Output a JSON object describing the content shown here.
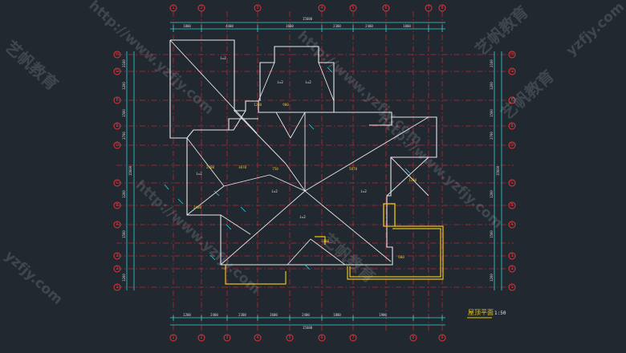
{
  "drawing": {
    "title": "屋顶平面",
    "scale": "1:50",
    "top_total": "15600",
    "bottom_total": "15600",
    "left_total": "15600",
    "right_total": "15600",
    "top_dims": [
      "1800",
      "4400",
      "3600",
      "2300",
      "2400",
      "1800"
    ],
    "bottom_dims": [
      "1200",
      "2400",
      "2300",
      "3600",
      "2400",
      "1800",
      "1900"
    ],
    "left_dims": [
      "2100",
      "1200",
      "1500",
      "2700",
      "1200",
      "1500",
      "1200"
    ],
    "right_dims": [
      "2100",
      "1200",
      "1500",
      "2700",
      "1200",
      "1500",
      "1200"
    ],
    "slope_labels": [
      "i=2",
      "i=2",
      "i=2",
      "i=2",
      "i=2",
      "i=2",
      "i=2"
    ],
    "inner_dims": [
      "2400",
      "3070",
      "750",
      "5070",
      "1200",
      "900",
      "1800",
      "1200",
      "2400",
      "600"
    ]
  },
  "watermarks": [
    "http://www.yzfjy.com",
    "http://www.yzfjy.com",
    "http://www.yzfjy.com",
    "http://www.yzfjy.com",
    "艺帆教育",
    "艺帆教育",
    "艺帆教育",
    "艺帆教育",
    "yzfjy.com",
    "yzfjy.com"
  ]
}
